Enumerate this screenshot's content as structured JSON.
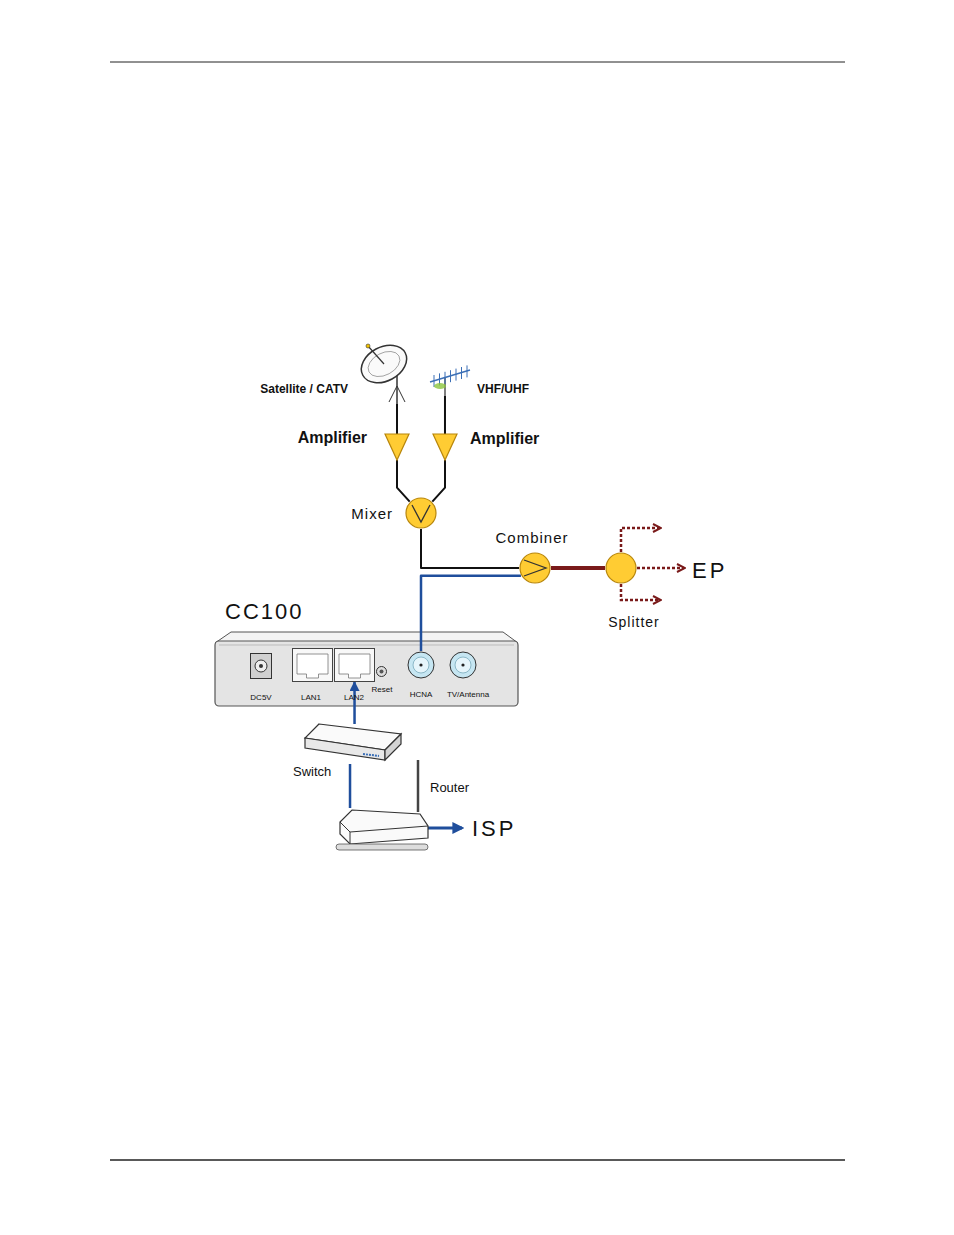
{
  "diagram": {
    "nodes": [
      {
        "text": [
          "Satellite / CATV"
        ]
      },
      {
        "text": [
          "VHF/UHF"
        ]
      },
      {
        "text": [
          "Amplifier"
        ]
      },
      {
        "text": [
          "Amplifier"
        ]
      },
      {
        "text": [
          "Mixer"
        ]
      },
      {
        "text": [
          "Combiner"
        ]
      },
      {
        "text": [
          "Splitter"
        ]
      },
      {
        "text": [
          "CC100"
        ]
      },
      {
        "text": [
          "DC5V"
        ],
        "in": 7
      },
      {
        "text": [
          "LAN1"
        ],
        "in": 7
      },
      {
        "text": [
          "LAN2"
        ],
        "in": 7
      },
      {
        "text": [
          "Reset"
        ],
        "in": 7
      },
      {
        "text": [
          "HCNA"
        ],
        "in": 7
      },
      {
        "text": [
          "TV/Antenna"
        ],
        "in": 7
      },
      {
        "text": [
          "Switch"
        ]
      },
      {
        "text": [
          "Router"
        ]
      }
    ],
    "edges": [
      {
        "from": 0,
        "to": 2,
        "arrow": "none"
      },
      {
        "from": 1,
        "to": 3,
        "arrow": "none"
      },
      {
        "from": 2,
        "to": 4,
        "arrow": "none"
      },
      {
        "from": 3,
        "to": 4,
        "arrow": "none"
      },
      {
        "from": 4,
        "to": 5,
        "arrow": "none"
      },
      {
        "from": 12,
        "to": 5,
        "arrow": "none"
      },
      {
        "from": 5,
        "to": 6,
        "arrow": "none"
      },
      {
        "from": 14,
        "to": 10,
        "arrow": "to"
      },
      {
        "from": 15,
        "to": 14,
        "arrow": "none"
      }
    ],
    "labels": [
      "EP",
      "ISP"
    ]
  }
}
